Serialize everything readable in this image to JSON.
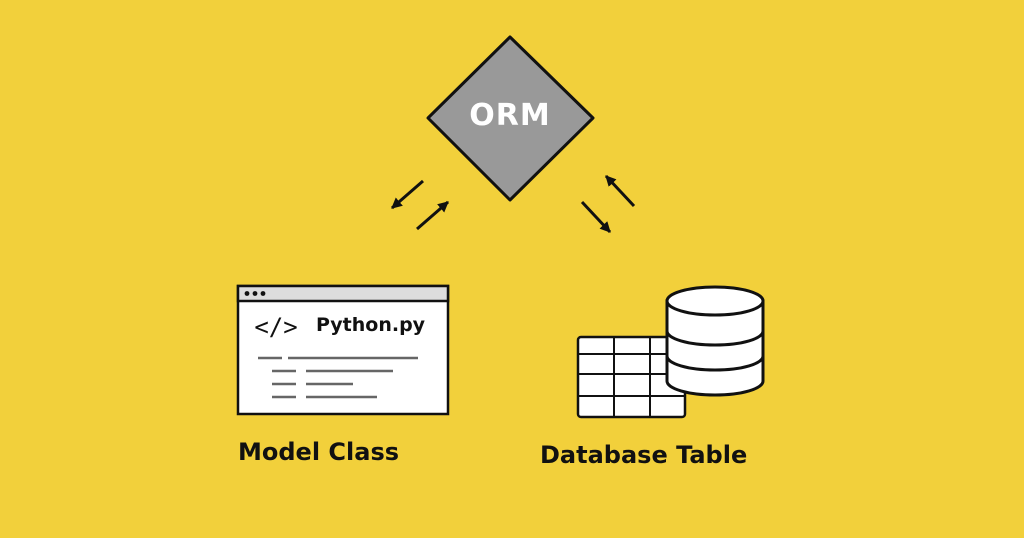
{
  "orm": {
    "label": "ORM"
  },
  "model": {
    "code_tag": "</>",
    "file_name": "Python.py",
    "caption": "Model Class"
  },
  "database": {
    "caption": "Database Table"
  },
  "colors": {
    "background": "#f2d03b",
    "diamond_fill": "#999999",
    "stroke": "#111111",
    "window_titlebar": "#dddddd",
    "code_lines": "#666666"
  },
  "icons": [
    "diamond-shape",
    "arrow-up-right-icon",
    "arrow-down-left-icon",
    "arrow-up-left-icon",
    "arrow-down-right-icon",
    "code-icon",
    "table-icon",
    "database-cylinder-icon"
  ]
}
